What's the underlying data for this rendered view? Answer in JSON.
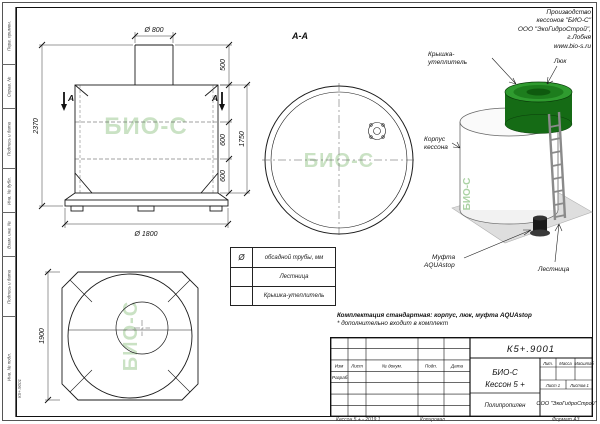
{
  "header": {
    "lines": [
      "Производство",
      "кессонов \"БИО-С\"",
      "ООО \"ЭкоГидроСтрой\",",
      "г.Лобня",
      "www.bio-s.ru"
    ]
  },
  "side_strip": {
    "labels": [
      "Перв. примен.",
      "Справ. №",
      "Подпись и дата",
      "Инв. № дубл.",
      "Взам. инв. №",
      "Подпись и дата",
      "Инв. № подл."
    ],
    "corner_number": "К5+.9001"
  },
  "front_view": {
    "dim_top_diameter": "Ø 800",
    "dim_height": "2370",
    "dim_neck": "500",
    "dim_upper": "600",
    "dim_lower": "600",
    "dim_body": "1750",
    "dim_base_diameter": "Ø 1800",
    "section_marker": "А",
    "watermark": "БИО-С"
  },
  "section_view": {
    "title": "А-А",
    "watermark": "БИО-С"
  },
  "plan_view": {
    "dim_width": "1900",
    "watermark": "БИО-С"
  },
  "iso_view": {
    "label_cover_1": "Крышка-",
    "label_cover_2": "утеплитель",
    "label_hatch": "Люк",
    "label_body_1": "Корпус",
    "label_body_2": "кессона",
    "label_coupling_1": "Муфта",
    "label_coupling_2": "AQUAstop",
    "label_ladder": "Лестница",
    "watermark": "БИО-С"
  },
  "options_table": {
    "row1_symbol": "Ø",
    "row1_label": "обсадной трубы, мм",
    "row2_label": "Лестница",
    "row3_label": "Крышка-утеплитель"
  },
  "note": {
    "line1": "Комплектация стандартная: корпус, люк, муфта AQUAstop",
    "line2": "* дополнительно входит в комплект"
  },
  "title_block": {
    "doc_number": "К5+.9001",
    "col_izm": "Изм",
    "col_list": "Лист",
    "col_doc": "№ докум.",
    "col_podp": "Подп.",
    "col_data": "Дата",
    "row_razrab": "Разраб.",
    "product_line1": "БИО-С",
    "product_line2": "Кессон 5 +",
    "material": "Полипропилен",
    "lit": "Лит.",
    "massa": "Масса",
    "masshtab": "Масштаб",
    "sheet": "Лист 1",
    "sheets": "Листов 1",
    "company": "ООО \"ЭкоГидроСтрой\""
  },
  "footer": {
    "left": "Кессон 5 + - 2019.1",
    "center": "Копировал",
    "right": "Формат А3"
  },
  "colors": {
    "watermark_green": "#a7cf9e",
    "cap_dark_green": "#156b15",
    "cap_top_green": "#2f9b2f",
    "line_black": "#111111"
  }
}
